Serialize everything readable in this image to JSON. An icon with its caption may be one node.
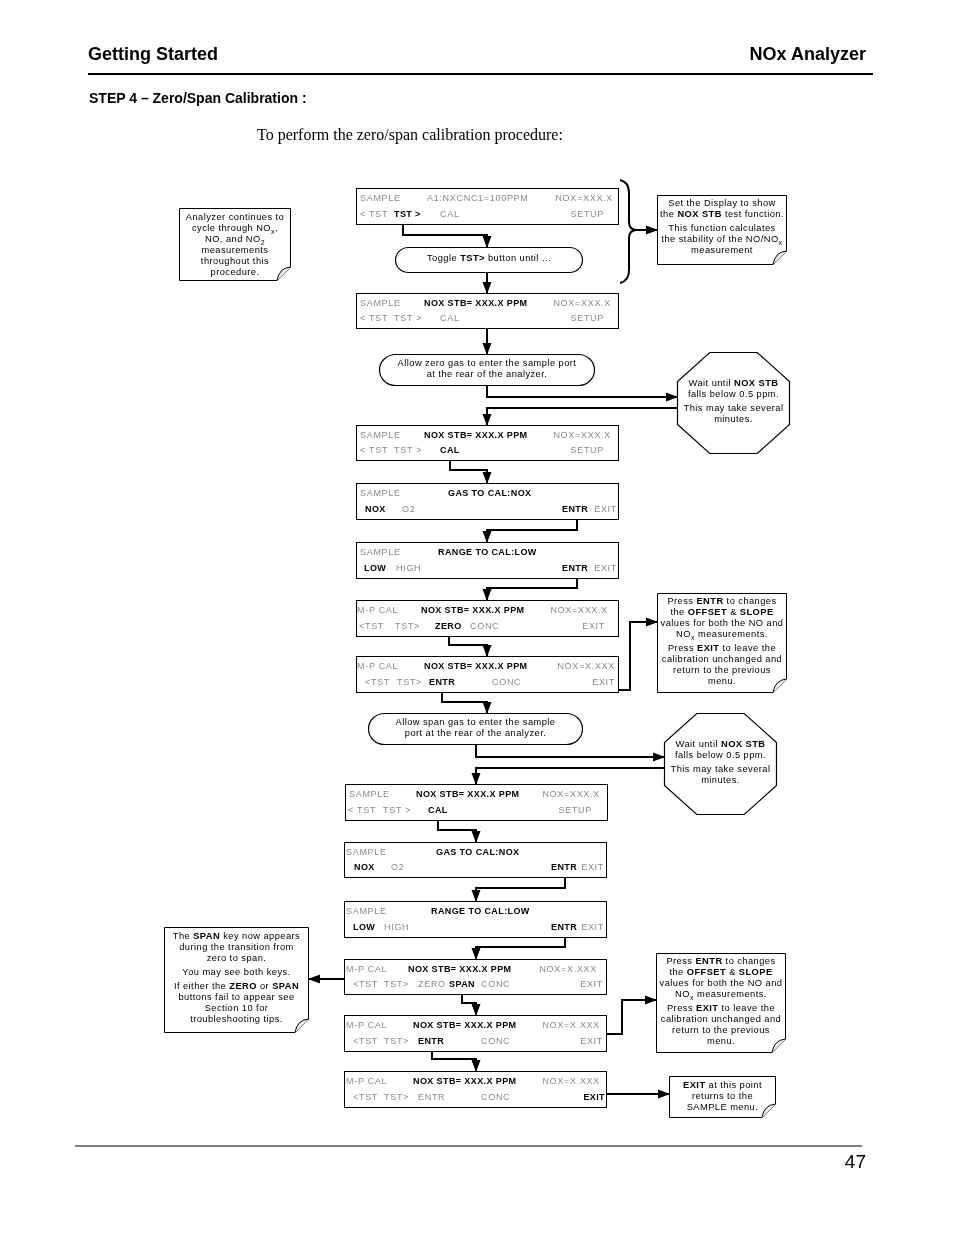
{
  "diagram": {
    "nodes": [
      {
        "text": [
          "Analyzer continues to cycle through NO$_{x}$, NO, and NO$_{2}$ measurements throughout this procedure."
        ]
      },
      {
        "text": [
          "SAMPLE",
          "A1:NXCNC1=100PPM",
          "NOX=XXX.X",
          "< TST",
          "TST >",
          "CAL",
          "SETUP"
        ]
      },
      {
        "text": [
          "Set the Display to show the **NOX STB** test function.",
          "This function calculates the stability of the NO/NO$_{x}$ measurement"
        ]
      },
      {
        "text": [
          "Toggle **TST>** button until ..."
        ]
      },
      {
        "text": [
          "SAMPLE",
          "NOX STB= XXX.X PPM",
          "NOX=XXX.X",
          "< TST",
          "TST >",
          "CAL",
          "SETUP"
        ]
      },
      {
        "text": [
          "Allow zero gas to enter the sample port at the rear of the analyzer."
        ]
      },
      {
        "text": [
          "Wait until **NOX STB** falls below 0.5 ppm.",
          "This may take several minutes."
        ]
      },
      {
        "text": [
          "SAMPLE",
          "NOX STB= XXX.X PPM",
          "NOX=XXX.X",
          "< TST",
          "TST >",
          "CAL",
          "SETUP"
        ]
      },
      {
        "text": [
          "SAMPLE",
          "GAS TO CAL:NOX",
          "NOX",
          "O2",
          "ENTR",
          "EXIT"
        ]
      },
      {
        "text": [
          "SAMPLE",
          "RANGE TO CAL:LOW",
          "LOW",
          "HIGH",
          "ENTR",
          "EXIT"
        ]
      },
      {
        "text": [
          "M-P CAL",
          "NOX STB= XXX.X PPM",
          "NOX=XXX.X",
          "<TST",
          "TST>",
          "ZERO",
          "CONC",
          "EXIT"
        ]
      },
      {
        "text": [
          "Press **ENTR** to changes the **OFFSET** & **SLOPE** values for both the NO and NO$_{x}$ measurements.",
          "Press **EXIT** to leave the calibration unchanged and return to the previous menu."
        ]
      },
      {
        "text": [
          "M-P CAL",
          "NOX STB= XXX.X PPM",
          "NOX=X.XXX",
          "<TST",
          "TST>",
          "ENTR",
          "CONC",
          "EXIT"
        ]
      },
      {
        "text": [
          "Allow span gas to enter the sample port at the rear of the analyzer."
        ]
      },
      {
        "text": [
          "Wait until **NOX STB** falls below 0.5 ppm.",
          "This may take several minutes."
        ]
      },
      {
        "text": [
          "SAMPLE",
          "NOX STB= XXX.X PPM",
          "NOX=XXX.X",
          "< TST",
          "TST >",
          "CAL",
          "SETUP"
        ]
      },
      {
        "text": [
          "SAMPLE",
          "GAS TO CAL:NOX",
          "NOX",
          "O2",
          "ENTR",
          "EXIT"
        ]
      },
      {
        "text": [
          "SAMPLE",
          "RANGE TO CAL:LOW",
          "LOW",
          "HIGH",
          "ENTR",
          "EXIT"
        ]
      },
      {
        "text": [
          "The **SPAN** key now appears during the transition from zero to span.",
          "You may see both keys.",
          "If either the **ZERO** or **SPAN** buttons fail to appear see Section 10 for troubleshooting tips."
        ]
      },
      {
        "text": [
          "M-P CAL",
          "NOX STB= XXX.X PPM",
          "NOX=X.XXX",
          "<TST",
          "TST>",
          "ZERO",
          "SPAN",
          "CONC",
          "EXIT"
        ]
      },
      {
        "text": [
          "Press **ENTR** to changes the **OFFSET** & **SLOPE** values for both the NO and NO$_{x}$ measurements.",
          "Press **EXIT** to leave the calibration unchanged and return to the previous menu."
        ]
      },
      {
        "text": [
          "M-P CAL",
          "NOX STB= XXX.X PPM",
          "NOX=X.XXX",
          "<TST",
          "TST>",
          "ENTR",
          "CONC",
          "EXIT"
        ]
      },
      {
        "text": [
          "M-P CAL",
          "NOX STB= XXX.X PPM",
          "NOX=X.XXX",
          "<TST",
          "TST>",
          "ENTR",
          "CONC",
          "EXIT"
        ]
      },
      {
        "text": [
          "**EXIT** at this point returns to the SAMPLE menu."
        ]
      }
    ],
    "edges": [
      {
        "from": 1,
        "to": 3,
        "arrow": "to"
      },
      {
        "from": 3,
        "to": 4,
        "arrow": "to"
      },
      {
        "from": 4,
        "to": 5,
        "arrow": "to"
      },
      {
        "from": 5,
        "to": 6,
        "arrow": "to"
      },
      {
        "from": 6,
        "to": 7,
        "arrow": "to"
      },
      {
        "from": 7,
        "to": 8,
        "arrow": "to"
      },
      {
        "from": 8,
        "to": 9,
        "arrow": "to"
      },
      {
        "from": 9,
        "to": 10,
        "arrow": "to"
      },
      {
        "from": 10,
        "to": 12,
        "arrow": "to"
      },
      {
        "from": 12,
        "to": 11,
        "arrow": "to"
      },
      {
        "from": 12,
        "to": 13,
        "arrow": "to"
      },
      {
        "from": 13,
        "to": 14,
        "arrow": "to"
      },
      {
        "from": 14,
        "to": 15,
        "arrow": "to"
      },
      {
        "from": 15,
        "to": 16,
        "arrow": "to"
      },
      {
        "from": 16,
        "to": 17,
        "arrow": "to"
      },
      {
        "from": 17,
        "to": 19,
        "arrow": "to"
      },
      {
        "from": 19,
        "to": 18,
        "arrow": "to"
      },
      {
        "from": 19,
        "to": 21,
        "arrow": "to"
      },
      {
        "from": 21,
        "to": 20,
        "arrow": "to"
      },
      {
        "from": 21,
        "to": 22,
        "arrow": "to"
      },
      {
        "from": 22,
        "to": 23,
        "arrow": "to"
      },
      {
        "from": 1,
        "to": 2,
        "arrow": "to"
      }
    ],
    "labels": [
      "Getting Started",
      "NOx Analyzer",
      "STEP 4 – Zero/Span Calibration :",
      "To perform the zero/span calibration procedure:",
      "47"
    ]
  }
}
